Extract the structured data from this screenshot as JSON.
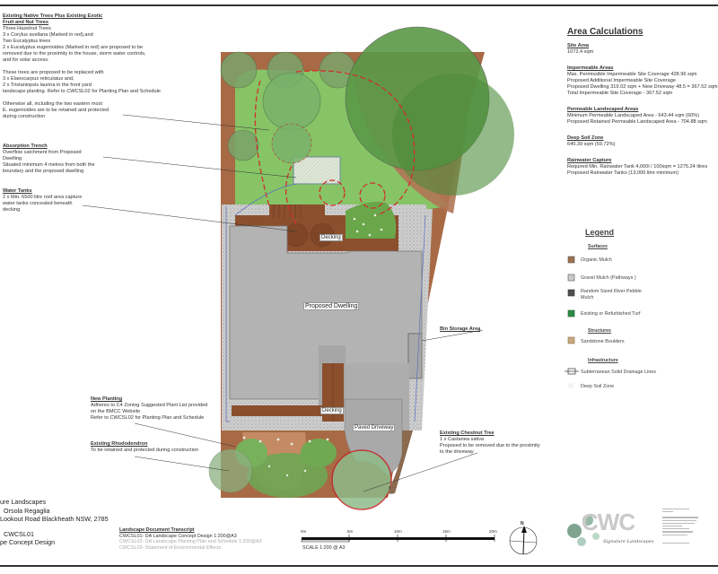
{
  "notes": {
    "existing_trees": {
      "heading": "Existing Native Trees Plus Existing Exotic Fruit and Nut Trees",
      "heading_lines": [
        "Existing Native Trees Plus Existing Exotic",
        "Fruit and Nut Trees"
      ],
      "lines": [
        "Three Hazelnut Trees",
        "3 x Corylus avellana (Marked in red),and",
        "Two Eucalyptus trees",
        "2 x Eucalyptus eugenioides (Marked in red) are proposed to be",
        "removed due to the proximity to the house, storm water controls,",
        "and for solar access."
      ],
      "lines2": [
        "These trees are proposed to be replaced with",
        "3 x Elaeocarpus reticulatus and,",
        "2 x Tristaniopsis laurina in the front yard",
        "landscape planting. Refer to CWCSL02 for Planting Plan and Schedule"
      ],
      "lines3": [
        "Otherwise all, including the two eastern most",
        "E. eugenioides are to be retained and protected",
        "during construction"
      ]
    },
    "absorption_trench": {
      "heading": "Absorption Trench",
      "lines": [
        "Overflow catchment from Proposed",
        "Dwelling",
        "Situated minimum 4 metres from both the",
        "boundary and the proposed dwelling"
      ]
    },
    "water_tanks": {
      "heading": "Water Tanks",
      "lines": [
        "2 x Min. 6500 litre roof area capture",
        "water tanks concealed beneath",
        "decking"
      ]
    },
    "new_planting": {
      "heading": "New Planting",
      "lines": [
        "Adheres to C4 Zoning Suggested Plant List provided",
        "on the BMCC Website",
        "Refer to CWCSL02 for Planting Plan and Schedule"
      ]
    },
    "rhododendron": {
      "heading": "Existing Rhododendron",
      "lines": [
        "To be retained and protected during construction"
      ]
    },
    "chestnut": {
      "heading": "Existing Chestnut Tree",
      "lines": [
        "1 x Castanea sativa",
        "Proposed to be removed due to the proximity",
        "to the driveway"
      ]
    },
    "bin_storage": {
      "heading": "Bin Storage Area"
    }
  },
  "plan_labels": {
    "decking_top": "Decking",
    "proposed_dwelling": "Proposed Dwelling",
    "decking_bottom": "Decking",
    "paved_driveway": "Paved Driveway"
  },
  "area_calculations": {
    "title": "Area Calculations",
    "sections": [
      {
        "heading": "Site Area",
        "lines": [
          "1072.4 sqm"
        ]
      },
      {
        "heading": "Impermeable Areas",
        "lines": [
          "Max. Permissible Impermeable Site Coverage 428.96 sqm",
          "Proposed Additional Impermeable Site Coverage",
          "Proposed Dwelling 319.02 sqm + New Driveway 48.5 = 367.52 sqm",
          "Total Impermeable Site Coverage - 367.52 sqm"
        ]
      },
      {
        "heading": "Permeable Landscaped Areas",
        "lines": [
          "Minimum Permeable Landscaped Area - 643.44 sqm (60%)",
          "Proposed Retained Permeable Landscaped Area - 704.88 sqm"
        ]
      },
      {
        "heading": "Deep Soil Zone",
        "lines": [
          "640.39 sqm (59.72%)"
        ]
      },
      {
        "heading": "Rainwater Capture",
        "lines": [
          "Required Min. Rainwater Tank 4,000l / 100sqm = 1275.24 litres",
          "Proposed Rainwater Tanks (13,000 litre minimum)"
        ]
      }
    ]
  },
  "legend": {
    "title": "Legend",
    "groups": {
      "surfaces": "Surfaces",
      "structures": "Structures",
      "infrastructure": "Infrastructure"
    },
    "items": [
      {
        "label": "Organic Mulch",
        "color": "#a0714f",
        "icon": "organic-mulch-swatch"
      },
      {
        "label": "Gravel Mulch (Pathways )",
        "color": "#9a9a9a",
        "icon": "gravel-mulch-swatch"
      },
      {
        "label": "Random Sized River Pebble Mulch",
        "color": "#555555",
        "icon": "river-pebble-swatch"
      },
      {
        "label": "Existing or Refurbished Turf",
        "color": "#2e8b46",
        "icon": "turf-swatch"
      },
      {
        "label": "Sandstone Boulders",
        "color": "#c8a97e",
        "icon": "sandstone-boulder-icon"
      },
      {
        "label": "Subterranean Solid Drainage Lines",
        "color": "#333333",
        "icon": "drainage-line-icon"
      },
      {
        "label": "Deep Soil Zone",
        "color": "#eeeeee",
        "icon": "deep-soil-icon"
      }
    ]
  },
  "title_block": {
    "lines": [
      "ure Landscapes",
      "Orsola Regaglia",
      "Lookout Road Blackheath NSW, 2785",
      "",
      "CWCSL01",
      "pe Concept Design"
    ]
  },
  "transcript": {
    "heading": "Landscape Document Transcript",
    "items": [
      {
        "text": "CWCSL01- DA Landscape Concept Design  1:200@A3",
        "active": true
      },
      {
        "text": "CWCSL02- DA Landscape Planting Plan and Schedule 1:200@A3",
        "active": false
      },
      {
        "text": "CWCSL03- Statement of Environmental Effects",
        "active": false
      }
    ]
  },
  "scale_bar": {
    "ticks": [
      "0m",
      "5m",
      "10m",
      "15m",
      "20m"
    ],
    "label": "SCALE 1:200 @ A3"
  },
  "north_arrow": {
    "label": "N"
  },
  "logo": {
    "text": "CWC",
    "subtitle": "Signature Landscapes"
  },
  "colors": {
    "mulch": "#a86a45",
    "turf": "#7cbf5c",
    "tree": "#5f9e4f",
    "dwelling": "#b3b3b3",
    "decking": "#8c4f2e",
    "gravel": "#c9c9c9",
    "red_marker": "#d0302a"
  }
}
